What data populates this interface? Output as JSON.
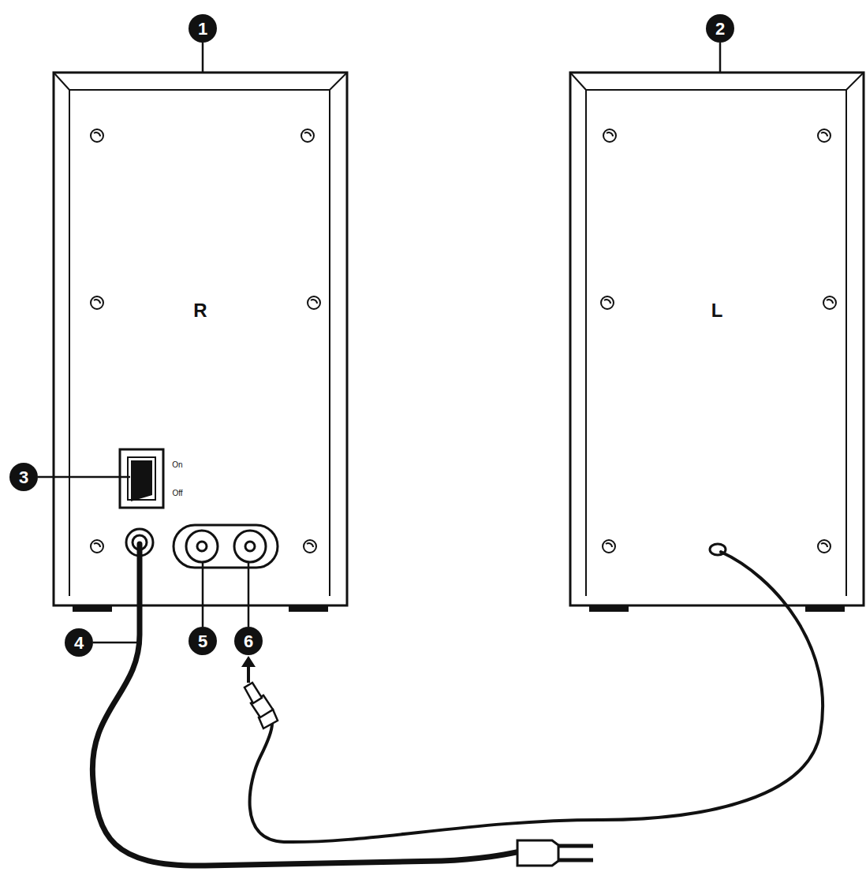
{
  "diagram": {
    "nodes": [
      {
        "text": [
          "R"
        ]
      },
      {
        "text": [
          "L"
        ]
      }
    ],
    "labels": [
      "1",
      "2",
      "3",
      "On",
      "Off",
      "4",
      "5",
      "6"
    ]
  }
}
